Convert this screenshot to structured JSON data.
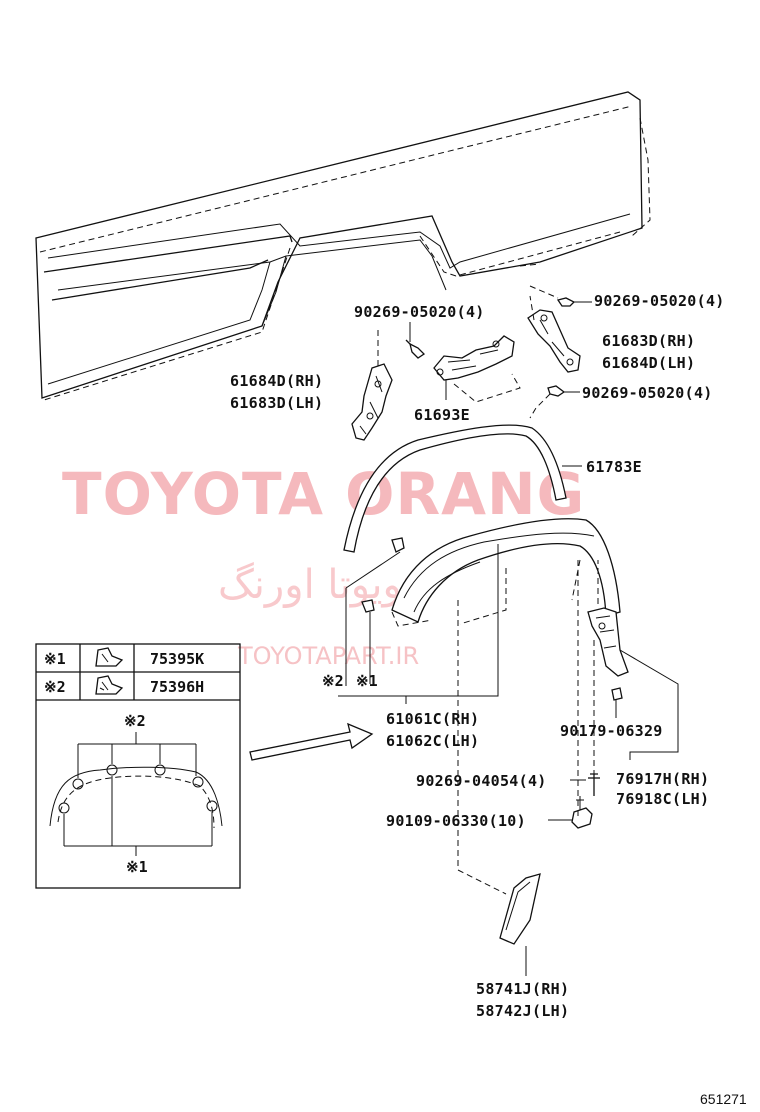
{
  "watermark": {
    "brand": "TOYOTA ORANG",
    "persian": "تویوتا اورنگ",
    "url": "TOYOTAPART.IR"
  },
  "callouts": {
    "clip_top_left": "90269-05020(4)",
    "clip_top_right": "90269-05020(4)",
    "clip_mid_right": "90269-05020(4)",
    "bracket_right_rh": "61683D(RH)",
    "bracket_right_lh": "61684D(LH)",
    "bracket_left_rh": "61684D(RH)",
    "bracket_left_lh": "61683D(LH)",
    "center_bracket": "61693E",
    "moulding": "61783E",
    "flare_rh": "61061C(RH)",
    "flare_lh": "61062C(LH)",
    "screw": "90179-06329",
    "clip_lower": "90269-04054(4)",
    "bolt": "90109-06330(10)",
    "mudguard_rh": "76917H(RH)",
    "mudguard_lh": "76918C(LH)",
    "liner_rh": "58741J(RH)",
    "liner_lh": "58742J(LH)"
  },
  "legend": {
    "rows": [
      {
        "mark": "※1",
        "part": "75395K"
      },
      {
        "mark": "※2",
        "part": "75396H"
      }
    ],
    "detail_mark_top": "※2",
    "detail_mark_bottom": "※1"
  },
  "clip_marks": {
    "mark2": "※2",
    "mark1": "※1"
  },
  "diagram_id": "651271"
}
